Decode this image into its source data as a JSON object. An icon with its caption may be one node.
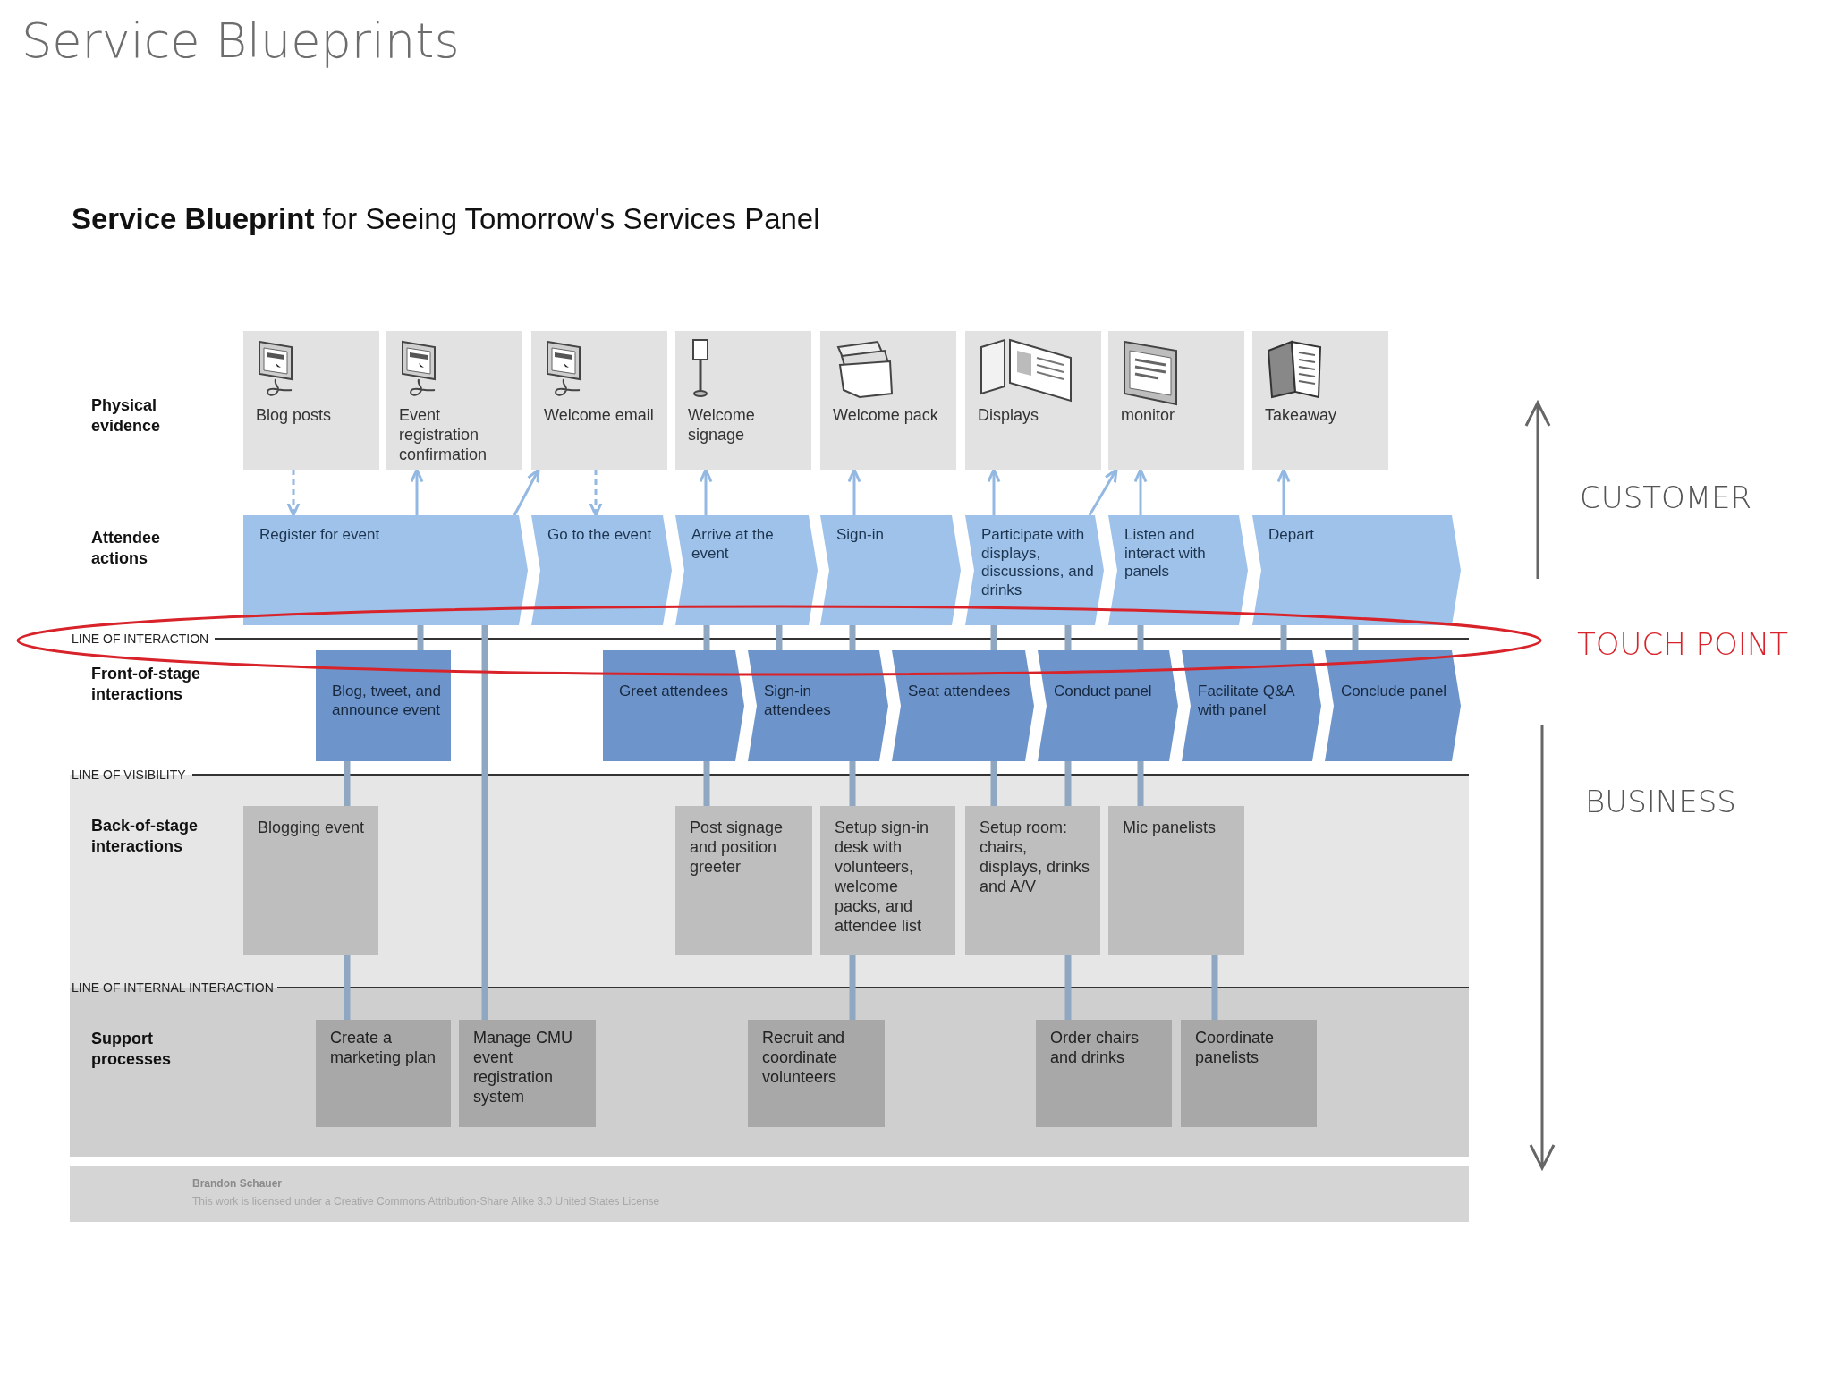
{
  "diagram": {
    "title": "Service Blueprints",
    "nodes": [
      {
        "text": [
          "Blog posts"
        ]
      },
      {
        "text": [
          "Event registration confirmation"
        ]
      },
      {
        "text": [
          "Welcome email"
        ]
      },
      {
        "text": [
          "Welcome signage"
        ]
      },
      {
        "text": [
          "Welcome pack"
        ]
      },
      {
        "text": [
          "Displays"
        ]
      },
      {
        "text": [
          "monitor"
        ]
      },
      {
        "text": [
          "Takeaway"
        ]
      },
      {
        "text": [
          "Register for event"
        ]
      },
      {
        "text": [
          "Go to the event"
        ]
      },
      {
        "text": [
          "Arrive at the event"
        ]
      },
      {
        "text": [
          "Sign-in"
        ]
      },
      {
        "text": [
          "Participate with displays, discussions, and drinks"
        ]
      },
      {
        "text": [
          "Listen and interact with panels"
        ]
      },
      {
        "text": [
          "Depart"
        ]
      },
      {
        "text": [
          "Blog, tweet, and announce event"
        ]
      },
      {
        "text": [
          "Greet attendees"
        ]
      },
      {
        "text": [
          "Sign-in attendees"
        ]
      },
      {
        "text": [
          "Seat attendees"
        ]
      },
      {
        "text": [
          "Conduct panel"
        ]
      },
      {
        "text": [
          "Facilitate Q&A with panel"
        ]
      },
      {
        "text": [
          "Conclude panel"
        ]
      },
      {
        "text": [
          "Blogging event"
        ]
      },
      {
        "text": [
          "Post signage and position greeter"
        ]
      },
      {
        "text": [
          "Setup sign-in desk with volunteers, welcome packs, and attendee list"
        ]
      },
      {
        "text": [
          "Setup room: chairs, displays, drinks and A/V"
        ]
      },
      {
        "text": [
          "Mic panelists"
        ]
      },
      {
        "text": [
          "Create a marketing plan"
        ]
      },
      {
        "text": [
          "Manage CMU event registration system"
        ]
      },
      {
        "text": [
          "Recruit and coordinate volunteers"
        ]
      },
      {
        "text": [
          "Order chairs and drinks"
        ]
      },
      {
        "text": [
          "Coordinate panelists"
        ]
      }
    ],
    "edges": [
      {
        "from": 0,
        "to": 8,
        "arrow": "to",
        "style": "dashed",
        "color": "#93b8e2"
      },
      {
        "from": 8,
        "to": 1,
        "arrow": "to",
        "color": "#93b8e2"
      },
      {
        "from": 8,
        "to": 2,
        "arrow": "to",
        "color": "#93b8e2"
      },
      {
        "from": 2,
        "to": 9,
        "arrow": "to",
        "style": "dashed",
        "color": "#93b8e2"
      },
      {
        "from": 10,
        "to": 3,
        "arrow": "to",
        "color": "#93b8e2"
      },
      {
        "from": 11,
        "to": 4,
        "arrow": "to",
        "color": "#93b8e2"
      },
      {
        "from": 12,
        "to": 5,
        "arrow": "to",
        "color": "#93b8e2"
      },
      {
        "from": 12,
        "to": 6,
        "arrow": "to",
        "color": "#93b8e2"
      },
      {
        "from": 13,
        "to": 6,
        "arrow": "to",
        "color": "#93b8e2"
      },
      {
        "from": 14,
        "to": 7,
        "arrow": "to",
        "color": "#93b8e2"
      },
      {
        "from": 8,
        "to": 15,
        "arrow": "none"
      },
      {
        "from": 8,
        "to": 28,
        "arrow": "none"
      },
      {
        "from": 10,
        "to": 16,
        "arrow": "none"
      },
      {
        "from": 10,
        "to": 17,
        "arrow": "none"
      },
      {
        "from": 11,
        "to": 17,
        "arrow": "none"
      },
      {
        "from": 12,
        "to": 18,
        "arrow": "none"
      },
      {
        "from": 12,
        "to": 19,
        "arrow": "none"
      },
      {
        "from": 13,
        "to": 19,
        "arrow": "none"
      },
      {
        "from": 14,
        "to": 20,
        "arrow": "none"
      },
      {
        "from": 14,
        "to": 21,
        "arrow": "none"
      },
      {
        "from": 15,
        "to": 22,
        "arrow": "none"
      },
      {
        "from": 16,
        "to": 23,
        "arrow": "none"
      },
      {
        "from": 17,
        "to": 24,
        "arrow": "none"
      },
      {
        "from": 18,
        "to": 25,
        "arrow": "none"
      },
      {
        "from": 19,
        "to": 25,
        "arrow": "none"
      },
      {
        "from": 19,
        "to": 26,
        "arrow": "none"
      },
      {
        "from": 22,
        "to": 27,
        "arrow": "none"
      },
      {
        "from": 24,
        "to": 29,
        "arrow": "none"
      },
      {
        "from": 25,
        "to": 30,
        "arrow": "none"
      },
      {
        "from": 26,
        "to": 31,
        "arrow": "none"
      }
    ],
    "labels": [
      "**Service Blueprint** for Seeing Tomorrow's Services Panel",
      "Physical evidence",
      "Attendee actions",
      "LINE OF INTERACTION",
      "Front-of-stage interactions",
      "LINE OF VISIBILITY",
      "Back-of-stage interactions",
      "LINE OF INTERNAL INTERACTION",
      "Support processes",
      "Brandon Schauer",
      "This work is licensed under a Creative Commons Attribution-Share Alike 3.0 United States License",
      "CUSTOMER",
      "TOUCH POINT",
      "BUSINESS"
    ]
  }
}
